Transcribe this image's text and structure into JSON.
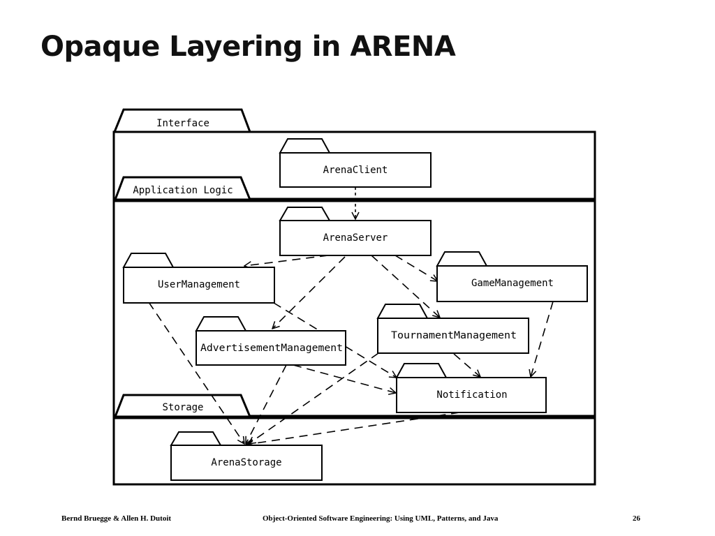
{
  "slide": {
    "title": "Opaque Layering in ARENA"
  },
  "layers": {
    "interface": "Interface",
    "application_logic": "Application Logic",
    "storage": "Storage"
  },
  "packages": {
    "arena_client": "ArenaClient",
    "arena_server": "ArenaServer",
    "user_management": "UserManagement",
    "game_management": "GameManagement",
    "advertisement_management": "AdvertisementManagement",
    "tournament_management": "TournamentManagement",
    "notification": "Notification",
    "arena_storage": "ArenaStorage"
  },
  "footer": {
    "authors": "Bernd Bruegge & Allen H. Dutoit",
    "book": "Object-Oriented Software Engineering: Using UML, Patterns, and Java",
    "page": "26"
  }
}
